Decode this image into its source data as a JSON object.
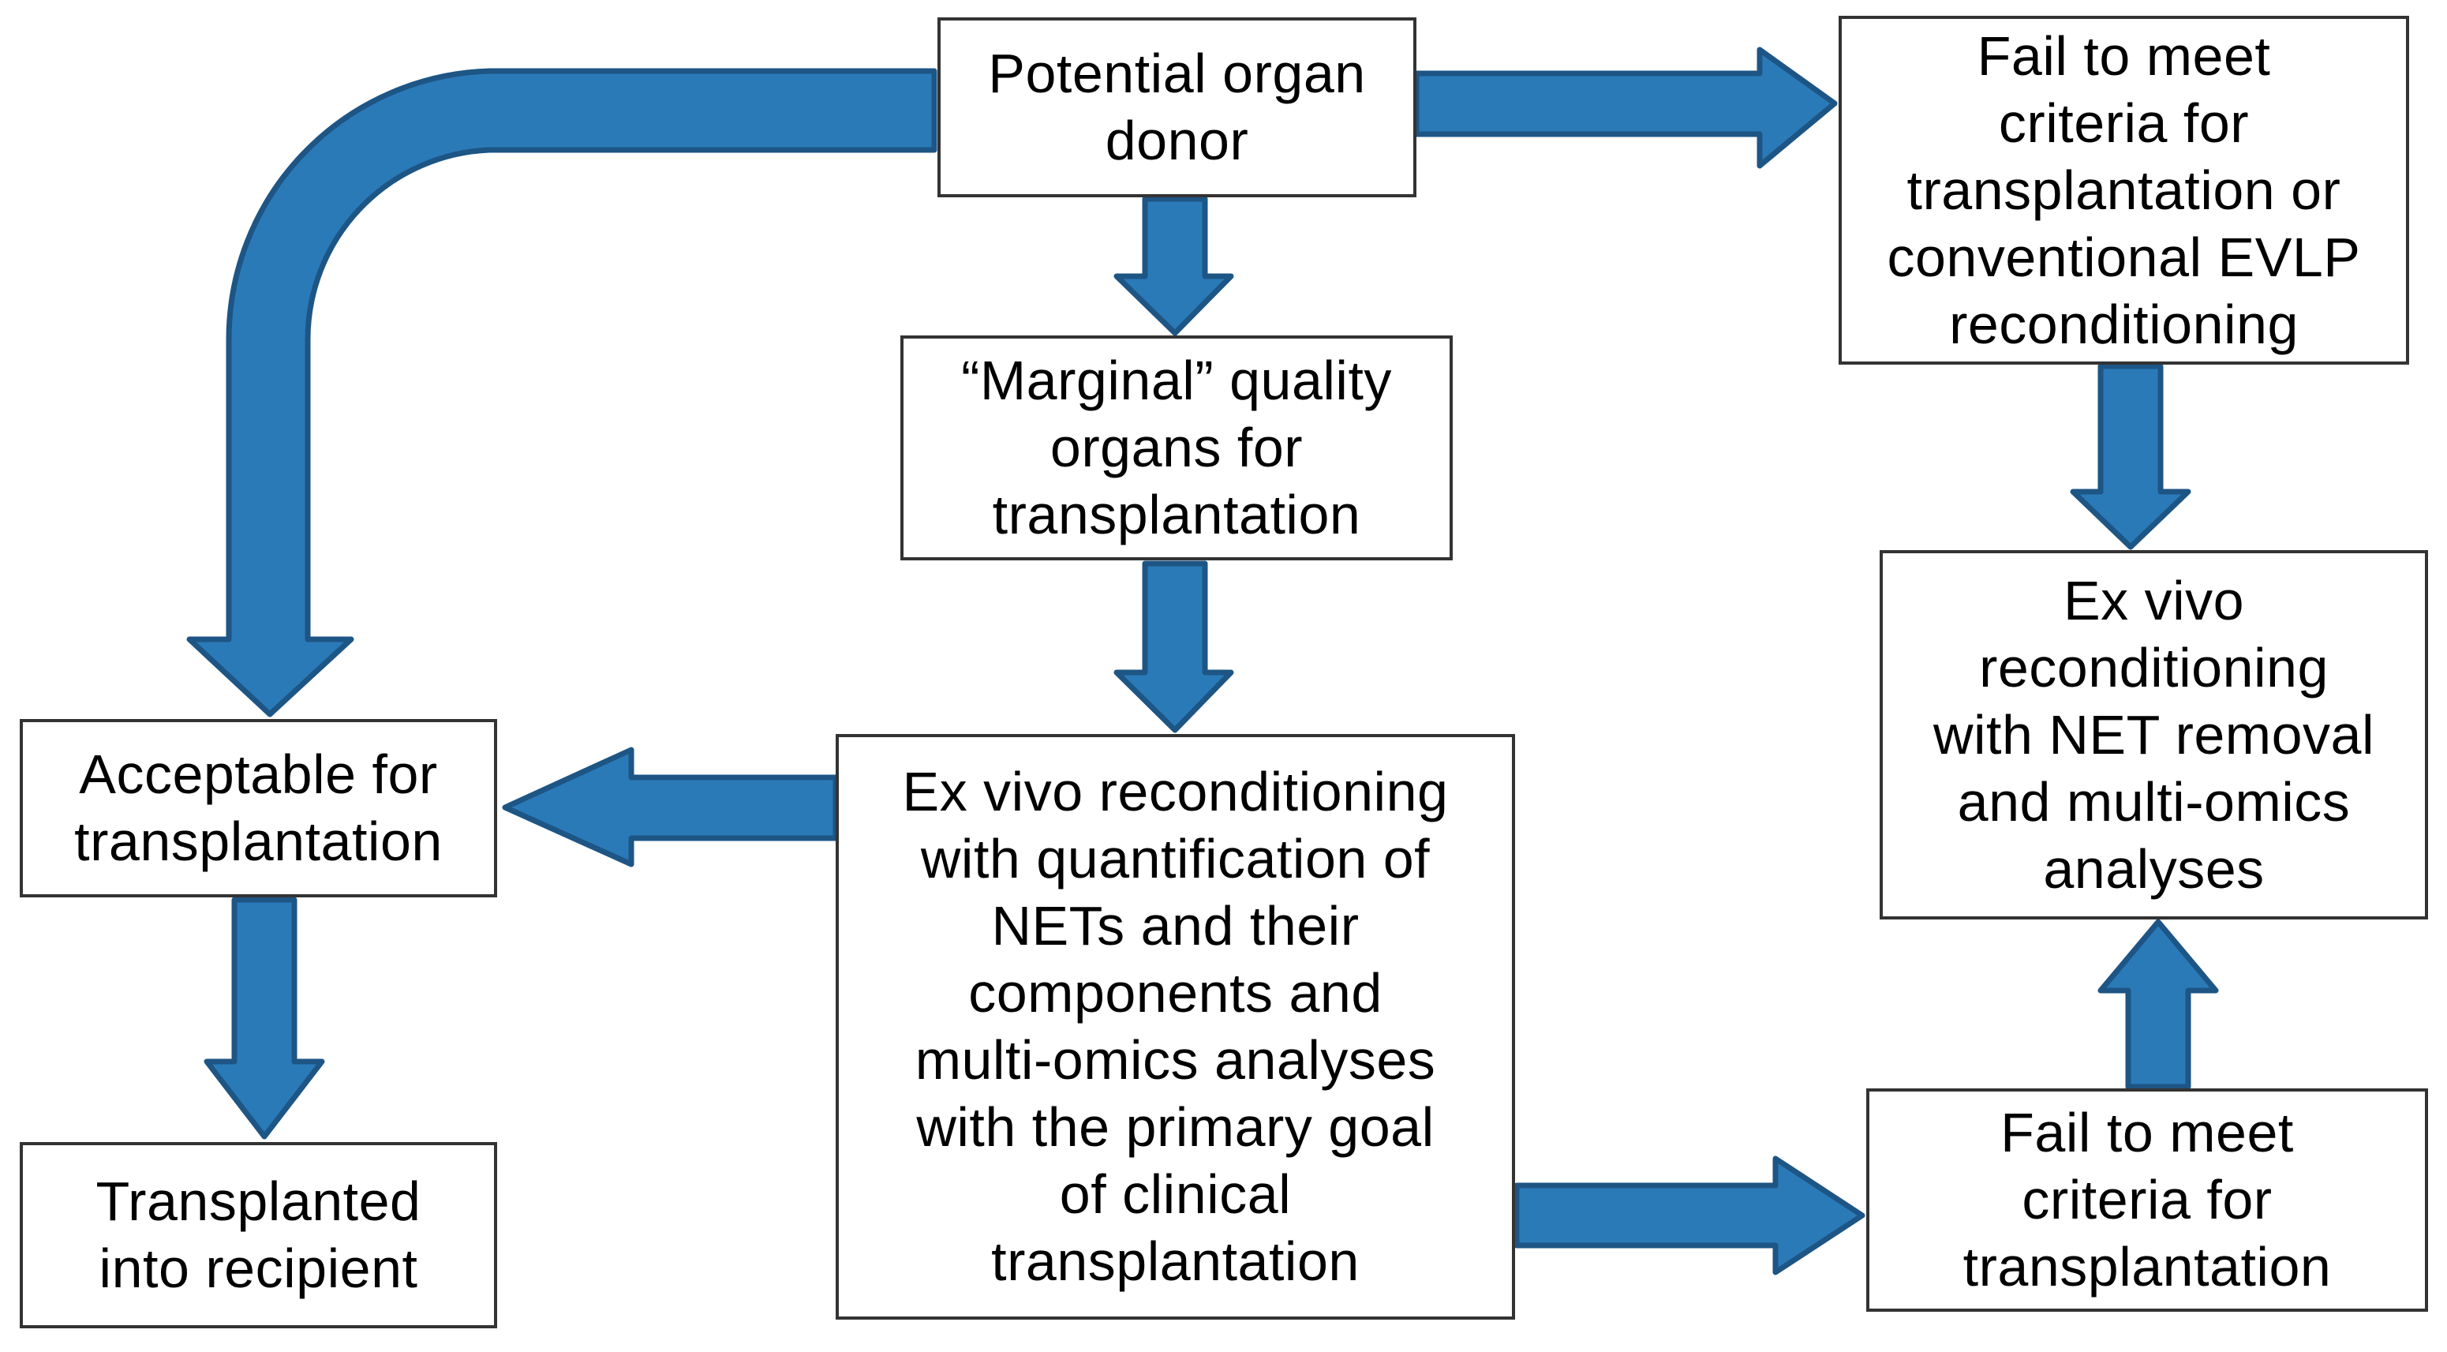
{
  "diagram": {
    "type": "flowchart",
    "nodes": {
      "potential_donor": {
        "text": "Potential organ\ndonor"
      },
      "fail_evlp": {
        "text": "Fail to meet\ncriteria for\ntransplantation or\nconventional EVLP\nreconditioning"
      },
      "marginal_organs": {
        "text": "“Marginal” quality\norgans for\ntransplantation"
      },
      "net_removal": {
        "text": "Ex vivo\nreconditioning\nwith NET removal\nand multi-omics\nanalyses"
      },
      "acceptable": {
        "text": "Acceptable for\ntransplantation"
      },
      "quantification": {
        "text": "Ex vivo reconditioning\nwith quantification of\nNETs and their\ncomponents and\nmulti-omics analyses\nwith the primary goal\nof clinical\ntransplantation"
      },
      "transplanted": {
        "text": "Transplanted\ninto recipient"
      },
      "fail_criteria": {
        "text": "Fail to meet\ncriteria for\ntransplantation"
      }
    },
    "edges": [
      {
        "from": "potential_donor",
        "to": "fail_evlp",
        "shape": "straight-right"
      },
      {
        "from": "potential_donor",
        "to": "marginal_organs",
        "shape": "straight-down"
      },
      {
        "from": "potential_donor",
        "to": "acceptable",
        "shape": "curved-left-down"
      },
      {
        "from": "marginal_organs",
        "to": "quantification",
        "shape": "straight-down"
      },
      {
        "from": "quantification",
        "to": "acceptable",
        "shape": "straight-left"
      },
      {
        "from": "acceptable",
        "to": "transplanted",
        "shape": "straight-down"
      },
      {
        "from": "fail_evlp",
        "to": "net_removal",
        "shape": "straight-down"
      },
      {
        "from": "quantification",
        "to": "fail_criteria",
        "shape": "straight-right"
      },
      {
        "from": "fail_criteria",
        "to": "net_removal",
        "shape": "straight-up"
      }
    ]
  },
  "colors": {
    "arrow_fill": "#2b7ab8",
    "arrow_stroke": "#1d5585",
    "box_border": "#333333",
    "box_bg": "#ffffff",
    "text": "#000000",
    "background": "#ffffff"
  }
}
